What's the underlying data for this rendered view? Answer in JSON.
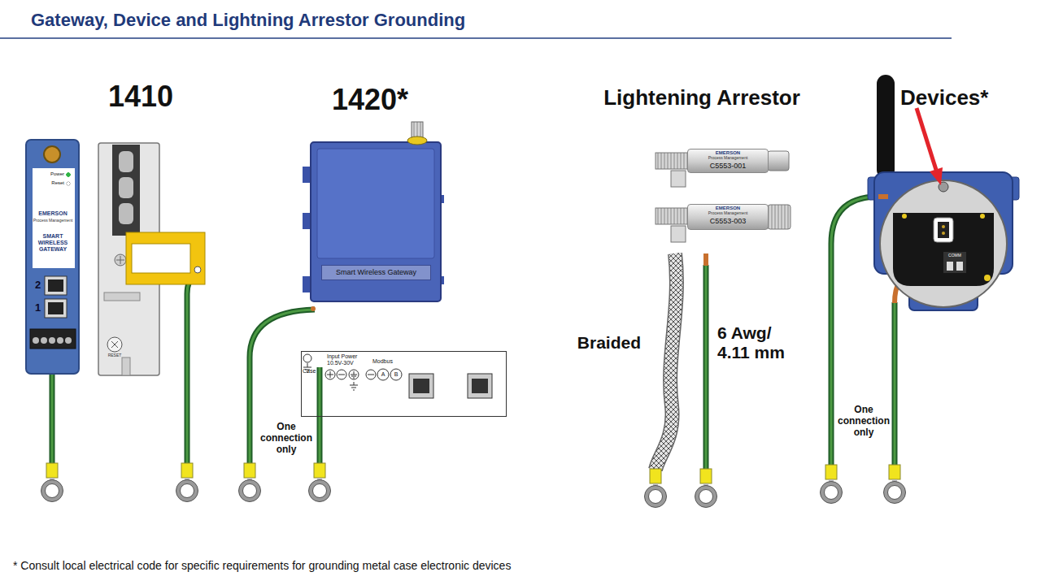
{
  "diagram": {
    "title": "Gateway, Device and Lightning Arrestor Grounding",
    "caption": "* Consult local electrical code for specific requirements for grounding metal case electronic devices",
    "nodes": [
      {
        "text": [
          "Power",
          "Reset",
          "EMERSON",
          "Process Management",
          "SMART WIRELESS GATEWAY"
        ]
      },
      {
        "text": [
          "Smart Wireless Gateway"
        ]
      },
      {
        "text": [
          "Case",
          "Input Power 10.5V-30V",
          "Modbus"
        ]
      },
      {
        "text": [
          "EMERSON",
          "Process Management",
          "C5553-001"
        ]
      },
      {
        "text": [
          "EMERSON",
          "Process Management",
          "C5553-003"
        ]
      }
    ],
    "labels": [
      "1410",
      "1420*",
      "Lightening Arrestor",
      "Devices*",
      "2",
      "1",
      "RESET",
      "A",
      "B",
      "One connection only",
      "Braided",
      "6 Awg/ 4.11 mm",
      "One connection only",
      "COMM"
    ]
  }
}
